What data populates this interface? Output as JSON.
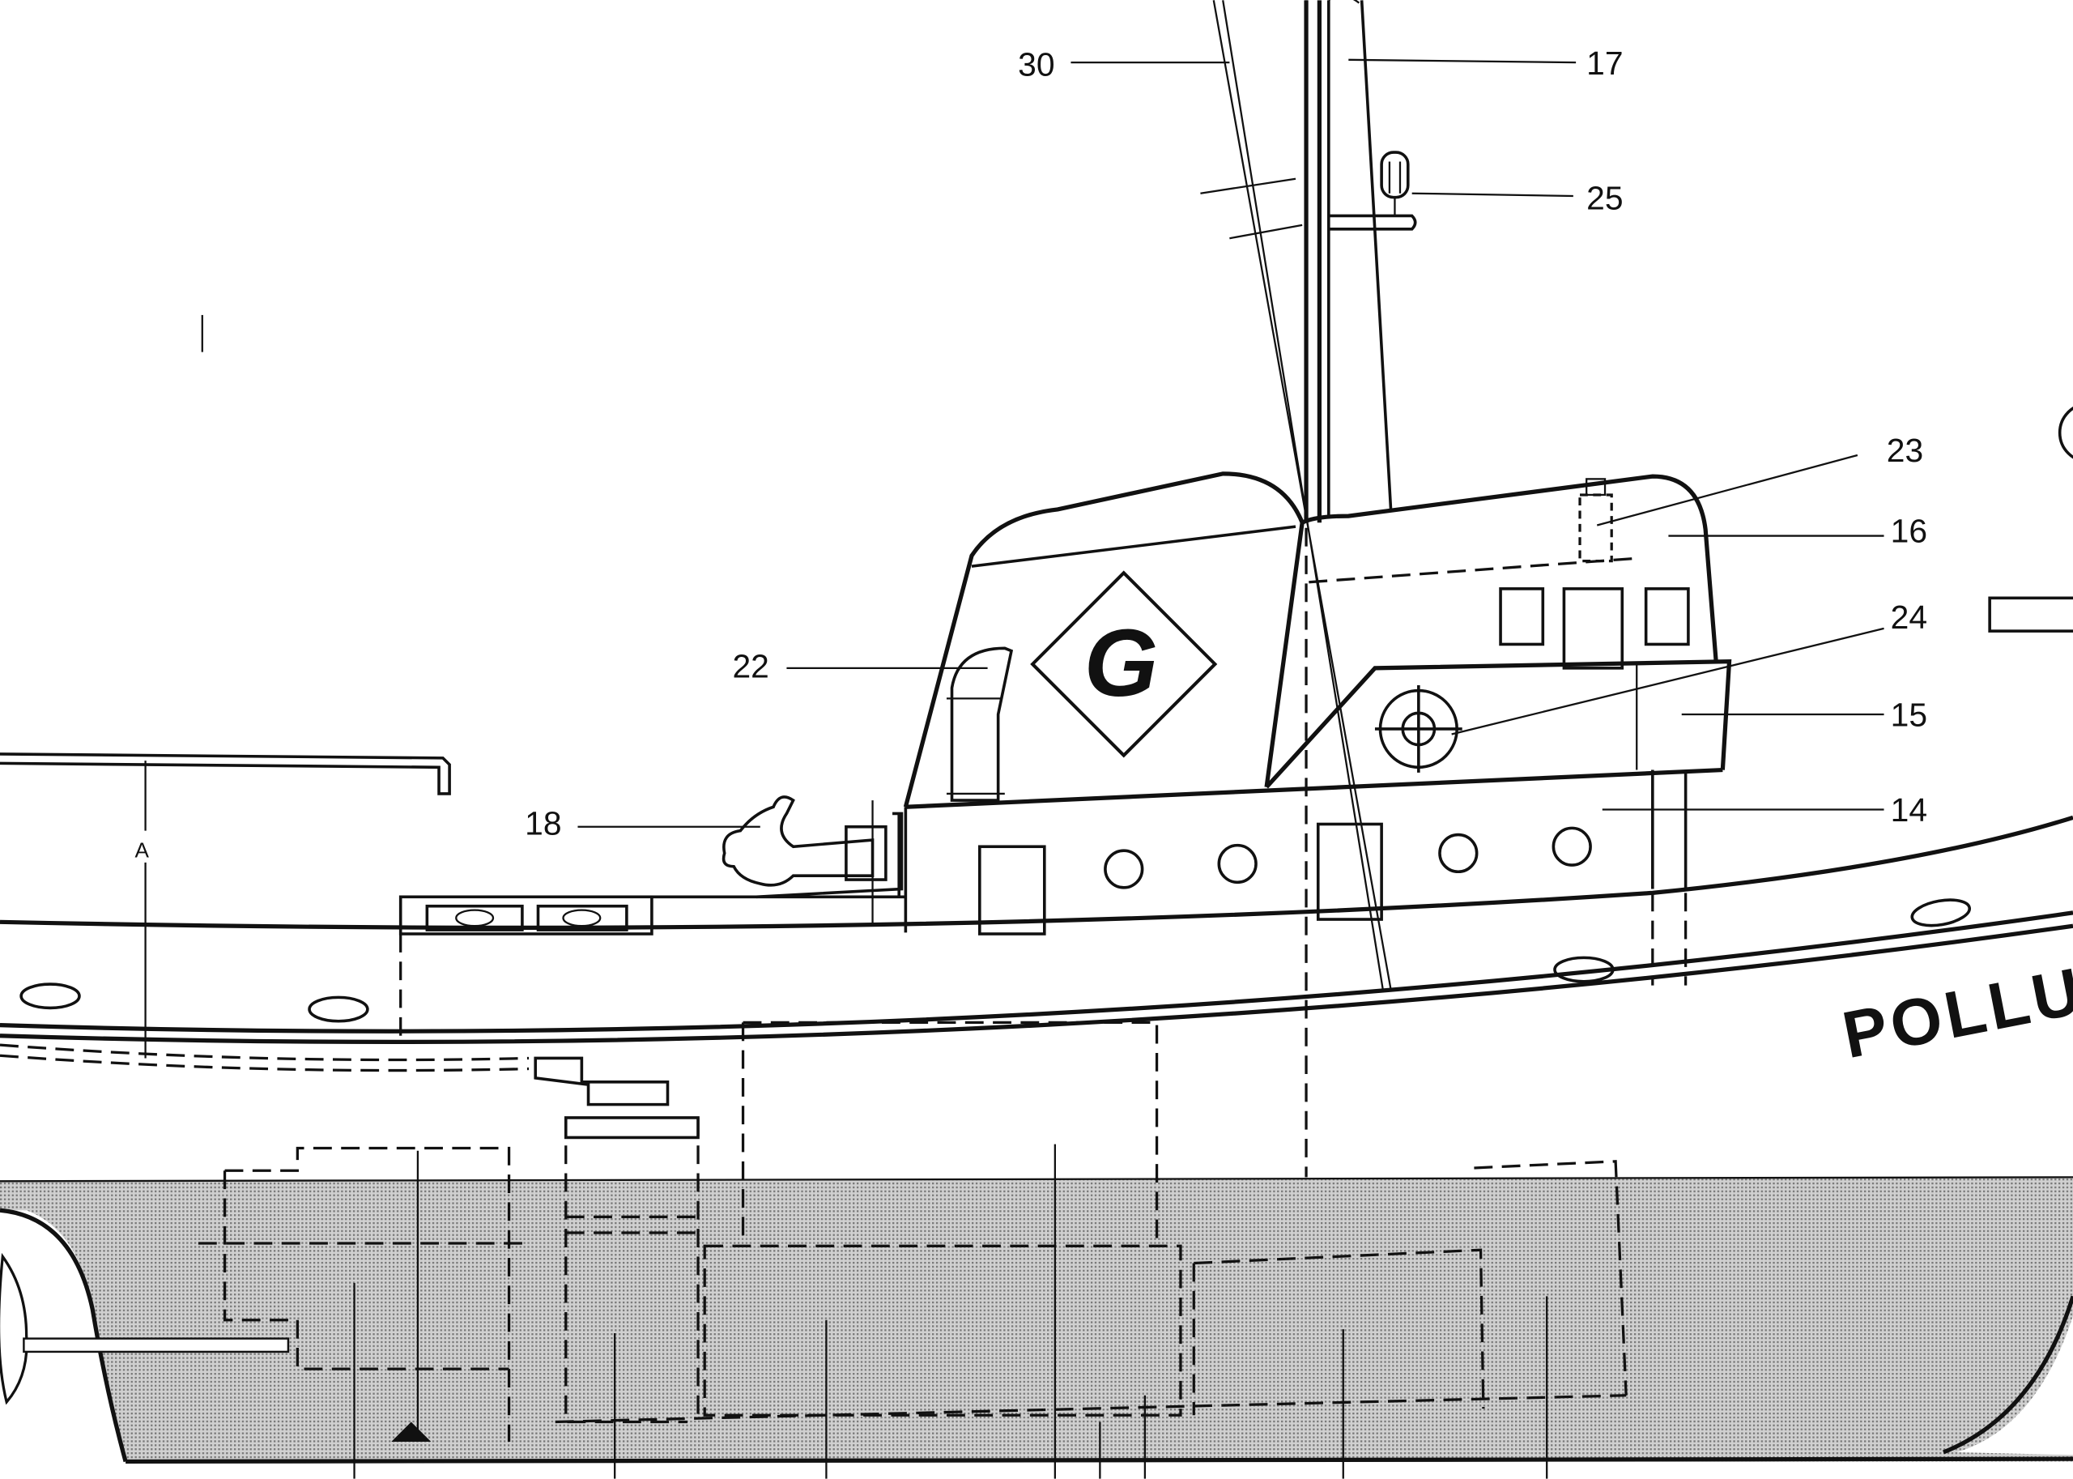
{
  "drawing": {
    "title": "Tug side elevation plan",
    "ship_name": "POLLU",
    "funnel_logo": "G",
    "section_mark": "A",
    "callouts": {
      "c30": "30",
      "c17": "17",
      "c25": "25",
      "c23": "23",
      "c16": "16",
      "c24": "24",
      "c15": "15",
      "c14": "14",
      "c22": "22",
      "c18": "18"
    },
    "colors": {
      "line": "#111111",
      "water_shading": "#b8b8b8",
      "paper": "#ffffff"
    }
  }
}
